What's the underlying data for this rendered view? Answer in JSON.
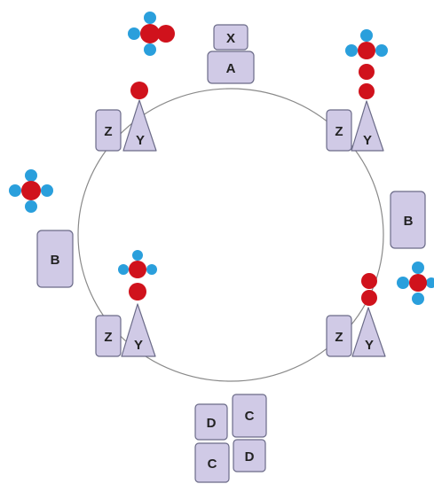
{
  "labels": {
    "x": "X",
    "a": "A",
    "b": "B",
    "c": "C",
    "d": "D",
    "y": "Y",
    "z": "Z"
  },
  "colors": {
    "box_fill": "#d0cae6",
    "box_stroke": "#6b6b88",
    "atom_red": "#d0121c",
    "atom_blue": "#2a9fdc",
    "circle_stroke": "#888888"
  }
}
